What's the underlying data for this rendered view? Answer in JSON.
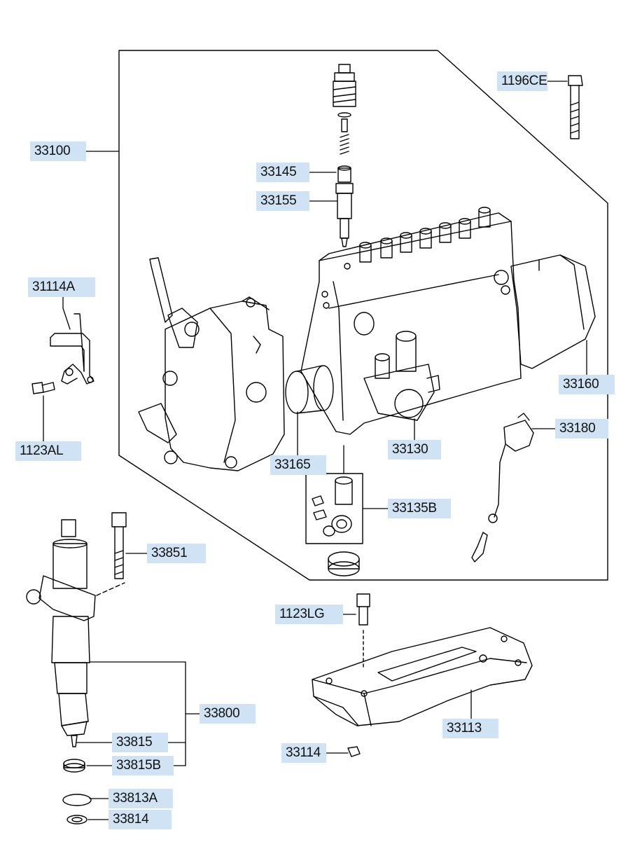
{
  "labels": {
    "p33100": "33100",
    "p1196CE": "1196CE",
    "p33145": "33145",
    "p33155": "33155",
    "p31114A": "31114A",
    "p1123AL": "1123AL",
    "p33160": "33160",
    "p33180": "33180",
    "p33130": "33130",
    "p33165": "33165",
    "p33135B": "33135B",
    "p33851": "33851",
    "p1123LG": "1123LG",
    "p33800": "33800",
    "p33815": "33815",
    "p33815B": "33815B",
    "p33113": "33113",
    "p33114": "33114",
    "p33813A": "33813A",
    "p33814": "33814"
  },
  "colors": {
    "label_background": "#cfe3f4",
    "line": "#000000",
    "paper": "#ffffff"
  }
}
